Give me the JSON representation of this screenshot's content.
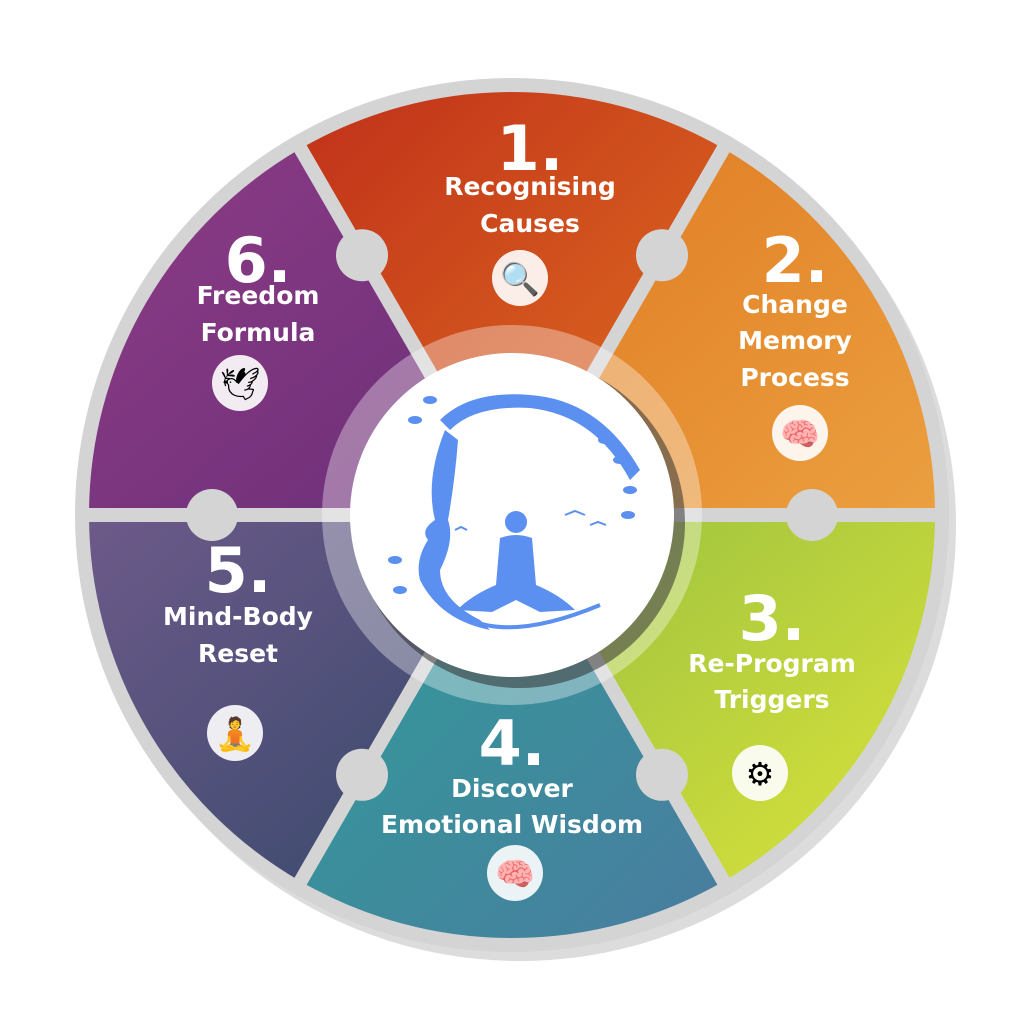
{
  "title": "Six-step emotional freedom cycle",
  "steps": [
    {
      "number": "1.",
      "lines": [
        "Recognising",
        "Causes"
      ],
      "icon": "magnifier-icon",
      "color_a": "#c0301a",
      "color_b": "#e07020"
    },
    {
      "number": "2.",
      "lines": [
        "Change",
        "Memory",
        "Process"
      ],
      "icon": "head-brain-icon",
      "color_a": "#e07a22",
      "color_b": "#eba040"
    },
    {
      "number": "3.",
      "lines": [
        "Re-Program",
        "Triggers"
      ],
      "icon": "hand-head-gear-icon",
      "color_a": "#98c040",
      "color_b": "#dde43a"
    },
    {
      "number": "4.",
      "lines": [
        "Discover",
        "Emotional Wisdom"
      ],
      "icon": "brain-head-icon",
      "color_a": "#2f9e98",
      "color_b": "#4a7ca0"
    },
    {
      "number": "5.",
      "lines": [
        "Mind-Body",
        "Reset"
      ],
      "icon": "meditation-icon",
      "color_a": "#6e5a8a",
      "color_b": "#34486a"
    },
    {
      "number": "6.",
      "lines": [
        "Freedom",
        "Formula"
      ],
      "icon": "dove-icon",
      "color_a": "#8e3c86",
      "color_b": "#6a2f78"
    }
  ],
  "center": {
    "icon": "meditating-tree-logo",
    "color": "#5b8ff0"
  }
}
